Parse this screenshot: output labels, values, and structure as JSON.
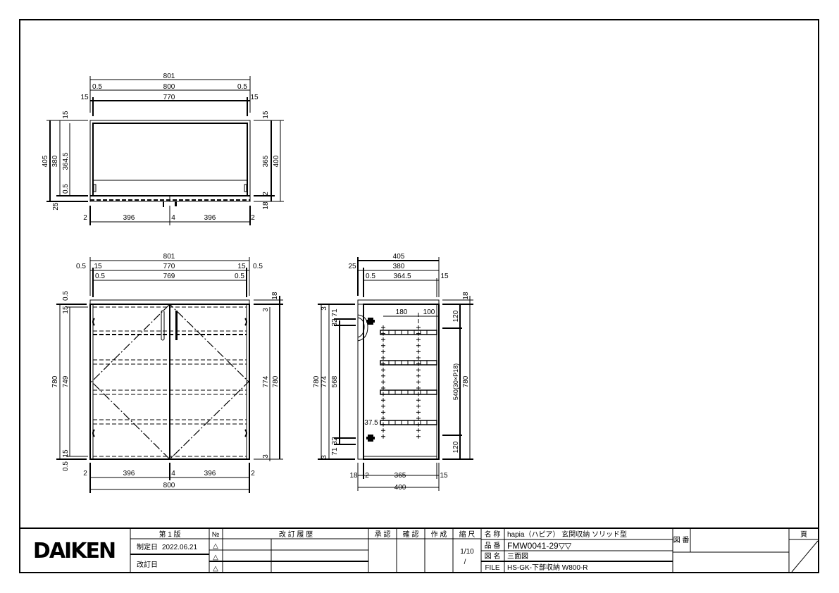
{
  "title_block": {
    "logo": "DAIKEN",
    "edition": "第 1 版",
    "established_label": "制定日",
    "established_date": "2022.06.21",
    "revised_label": "改訂日",
    "no_label": "№",
    "revision_history_label": "改 訂 履 歴",
    "approved_label": "承 認",
    "checked_label": "確 認",
    "created_label": "作 成",
    "scale_label": "縮 尺",
    "scale_value": "1/10",
    "scale_value2": "/",
    "name_label": "名 称",
    "name_value": "hapia（ハピア） 玄関収納 ソリッド型",
    "product_no_label": "品 番",
    "product_no_value": "FMW0041-29▽▽",
    "drawing_name_label": "図 名",
    "drawing_name_value": "三面図",
    "file_label": "FILE",
    "file_value": "HS-GK-下部収納 W800-R",
    "drawing_no_label": "図 番",
    "page_label": "頁",
    "revision_marks": [
      "△",
      "△",
      "△"
    ]
  },
  "top_view": {
    "w801": "801",
    "l05": "0.5",
    "w800": "800",
    "r05": "0.5",
    "l15": "15",
    "w770": "770",
    "r15": "15",
    "d405": "405",
    "d380": "380",
    "d3645": "364.5",
    "t15": "15",
    "b05": "0.5",
    "b25": "25",
    "r365": "365",
    "r400": "400",
    "r15t": "15",
    "r2": "2",
    "r18": "18",
    "bl2": "2",
    "b396a": "396",
    "b4": "4",
    "b396b": "396",
    "br2": "2"
  },
  "front_view": {
    "w801": "801",
    "l05": "0.5",
    "l15": "15",
    "w770": "770",
    "r15": "15",
    "r05": "0.5",
    "il05": "0.5",
    "w769": "769",
    "ir05": "0.5",
    "h780": "780",
    "h749": "749",
    "t05": "0.5",
    "t15": "15",
    "b15": "15",
    "b05": "0.5",
    "r18": "18",
    "r3t": "3",
    "h774": "774",
    "rh780": "780",
    "r3b": "3",
    "bl2": "2",
    "b396a": "396",
    "b4": "4",
    "b396b": "396",
    "br2": "2",
    "w800": "800"
  },
  "side_view": {
    "d405": "405",
    "l25": "25",
    "d380": "380",
    "l05": "0.5",
    "d3645": "364.5",
    "r15": "15",
    "h780": "780",
    "h774": "774",
    "h568": "568",
    "t3": "3",
    "b3": "3",
    "t32": "32",
    "t71": "71",
    "b71": "71",
    "b32": "32",
    "i180": "180",
    "i100": "100",
    "i375": "37.5",
    "r18": "18",
    "r120t": "120",
    "pitch": "540(30×P18)",
    "r120b": "120",
    "rh780": "780",
    "b18": "18",
    "b2": "2",
    "b365": "365",
    "b15": "15",
    "d400": "400"
  }
}
